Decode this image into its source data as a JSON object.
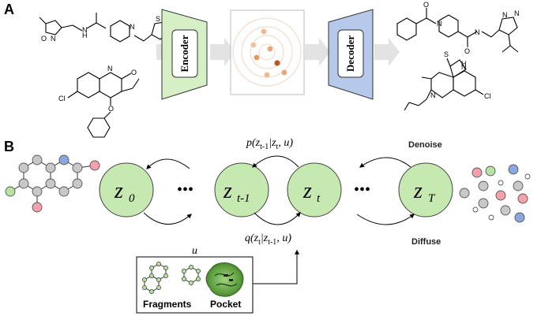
{
  "panels": {
    "a": "A",
    "b": "B"
  },
  "encoder": {
    "label": "Encoder",
    "color": "#d6efc5"
  },
  "decoder": {
    "label": "Decoder",
    "color": "#b7c9ea"
  },
  "states": [
    {
      "sub": "0"
    },
    {
      "sub": "t-1"
    },
    {
      "sub": "t"
    },
    {
      "sub": "T"
    }
  ],
  "state_symbol": "z",
  "state_color": "#c5e9b0",
  "ellipsis": "•••",
  "reverse_eq": "p(z_{t-1}|z_t, u)",
  "forward_eq": "q(z_t|z_{t-1}, u)",
  "denoise_label": "Denoise",
  "diffuse_label": "Diffuse",
  "condition_var": "u",
  "condition": {
    "fragments": "Fragments",
    "pocket": "Pocket"
  },
  "node_colors": {
    "gray": "#c8c8c8",
    "pink": "#f4a1ab",
    "green": "#b8e2a0",
    "blue": "#8ba7e0"
  },
  "atom_labels": [
    "N",
    "O",
    "H",
    "N",
    "N",
    "S",
    "N",
    "Cl",
    "O",
    "N",
    "O",
    "S",
    "H",
    "Cl"
  ]
}
